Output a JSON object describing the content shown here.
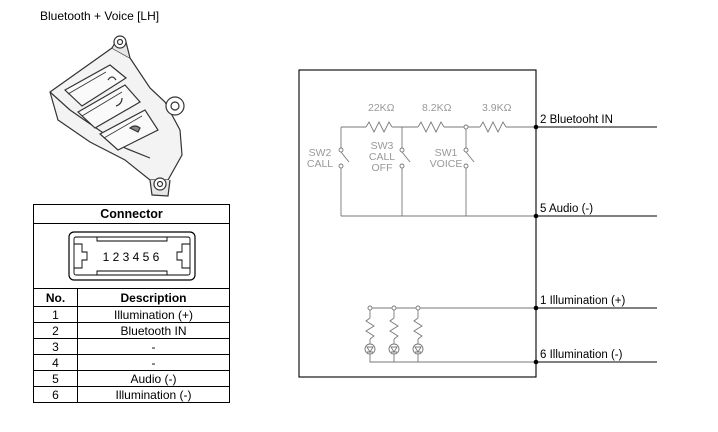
{
  "title": "Bluetooth + Voice [LH]",
  "connector": {
    "heading": "Connector",
    "pin_numbers": "1 2 3 4 5 6",
    "columns": [
      "No.",
      "Description"
    ],
    "rows": [
      {
        "no": "1",
        "desc": "Illumination (+)"
      },
      {
        "no": "2",
        "desc": "Bluetooth IN"
      },
      {
        "no": "3",
        "desc": "-"
      },
      {
        "no": "4",
        "desc": "-"
      },
      {
        "no": "5",
        "desc": "Audio (-)"
      },
      {
        "no": "6",
        "desc": "Illumination (-)"
      }
    ]
  },
  "schematic": {
    "resistors": [
      "22KΩ",
      "8.2KΩ",
      "3.9KΩ"
    ],
    "switches": [
      {
        "line1": "SW2",
        "line2": "CALL",
        "line3": ""
      },
      {
        "line1": "SW3",
        "line2": "CALL",
        "line3": "OFF"
      },
      {
        "line1": "SW1",
        "line2": "VOICE",
        "line3": ""
      }
    ],
    "terminals": [
      "2 Bluetooht IN",
      "5 Audio (-)",
      "1 Illumination (+)",
      "6 Illumination (-)"
    ]
  }
}
